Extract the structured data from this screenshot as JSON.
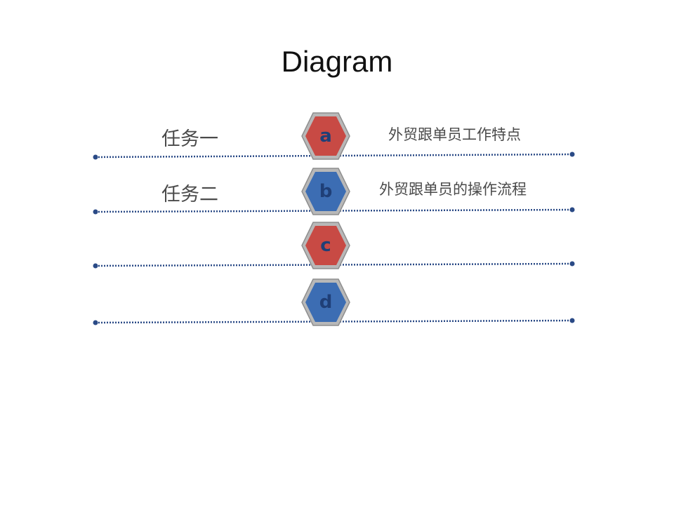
{
  "title": "Diagram",
  "rows": [
    {
      "letter": "a",
      "left_label": "任务一",
      "right_label": "外贸跟单员工作特点",
      "fill": "#c84a44",
      "letter_color": "#1f3f77"
    },
    {
      "letter": "b",
      "left_label": "任务二",
      "right_label": "外贸跟单员的操作流程",
      "fill": "#3c6db3",
      "letter_color": "#1f3f77"
    },
    {
      "letter": "c",
      "left_label": "",
      "right_label": "",
      "fill": "#c84a44",
      "letter_color": "#1f3f77"
    },
    {
      "letter": "d",
      "left_label": "",
      "right_label": "",
      "fill": "#3c6db3",
      "letter_color": "#1f3f77"
    }
  ],
  "colors": {
    "line": "#2a4a86",
    "hex_rim": "#a9a9a9"
  }
}
